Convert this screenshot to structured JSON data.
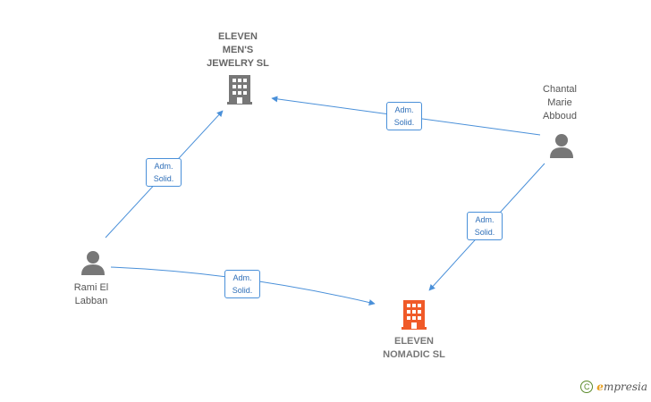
{
  "companies": [
    {
      "id": "eleven-mens-jewelry",
      "label_lines": [
        "ELEVEN",
        "MEN'S",
        "JEWELRY  SL"
      ],
      "color": "#777777"
    },
    {
      "id": "eleven-nomadic",
      "label_lines": [
        "ELEVEN",
        "NOMADIC  SL"
      ],
      "color": "#f05a28"
    }
  ],
  "persons": [
    {
      "id": "chantal",
      "label_lines": [
        "Chantal",
        "Marie",
        "Abboud"
      ],
      "color": "#777777"
    },
    {
      "id": "rami",
      "label_lines": [
        "Rami El",
        "Labban"
      ],
      "color": "#777777"
    }
  ],
  "relations": [
    {
      "from": "chantal",
      "to": "eleven-mens-jewelry",
      "label_lines": [
        "Adm.",
        "Solid."
      ]
    },
    {
      "from": "rami",
      "to": "eleven-mens-jewelry",
      "label_lines": [
        "Adm.",
        "Solid."
      ]
    },
    {
      "from": "chantal",
      "to": "eleven-nomadic",
      "label_lines": [
        "Adm.",
        "Solid."
      ]
    },
    {
      "from": "rami",
      "to": "eleven-nomadic",
      "label_lines": [
        "Adm.",
        "Solid."
      ]
    }
  ],
  "footer": {
    "copyright_symbol": "C",
    "brand_first": "e",
    "brand_rest": "mpresia"
  },
  "colors": {
    "edge": "#4a90d9",
    "badge_text": "#2f6fb8"
  }
}
